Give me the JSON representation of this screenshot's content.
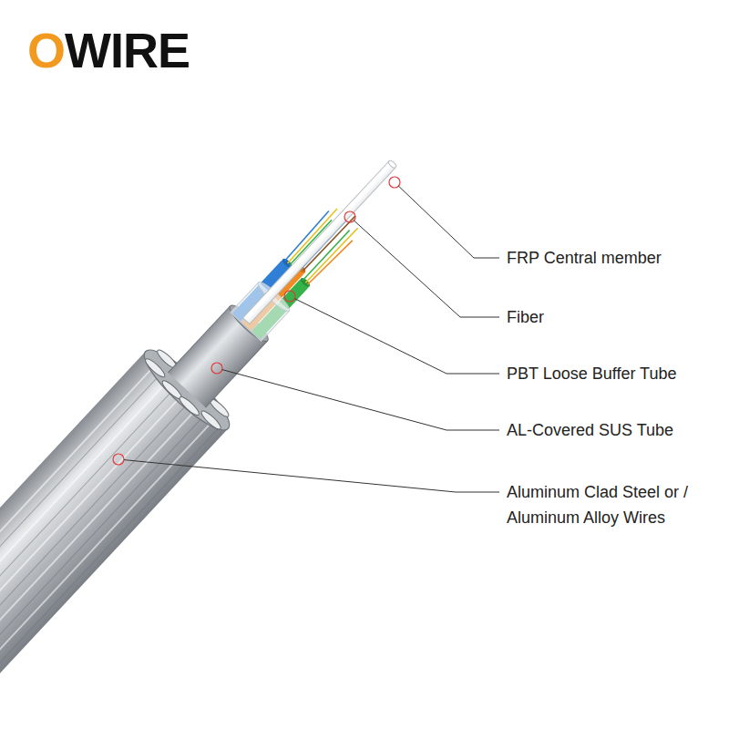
{
  "diagram": {
    "labels": [
      "OWIRE",
      "FRP Central member",
      "Fiber",
      "PBT Loose Buffer Tube",
      "AL-Covered SUS Tube",
      "Aluminum Clad Steel or / Aluminum Alloy Wires"
    ]
  }
}
